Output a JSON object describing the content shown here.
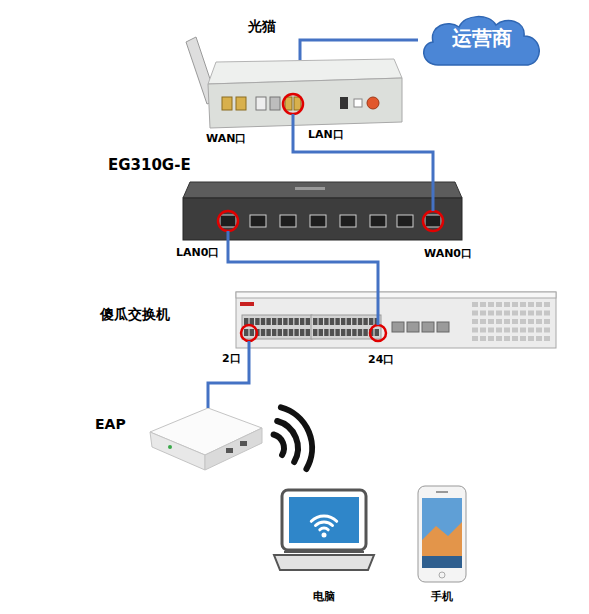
{
  "diagram": {
    "nodes": [
      {
        "text": [
          "光猫"
        ]
      },
      {
        "text": [
          "运营商"
        ]
      },
      {
        "text": [
          "EG310G-E"
        ]
      },
      {
        "text": [
          "傻瓜交换机"
        ]
      },
      {
        "text": [
          "EAP"
        ]
      },
      {
        "text": [
          "电脑"
        ]
      },
      {
        "text": [
          "手机"
        ]
      }
    ],
    "edges": [
      {
        "from": 0,
        "to": 1,
        "arrow": "none"
      },
      {
        "from": 0,
        "to": 2,
        "arrow": "none"
      },
      {
        "from": 2,
        "to": 3,
        "arrow": "none"
      },
      {
        "from": 3,
        "to": 4,
        "arrow": "none"
      }
    ],
    "labels": [
      "WAN口",
      "LAN口",
      "LAN0口",
      "WAN0口",
      "2口",
      "24口"
    ]
  }
}
